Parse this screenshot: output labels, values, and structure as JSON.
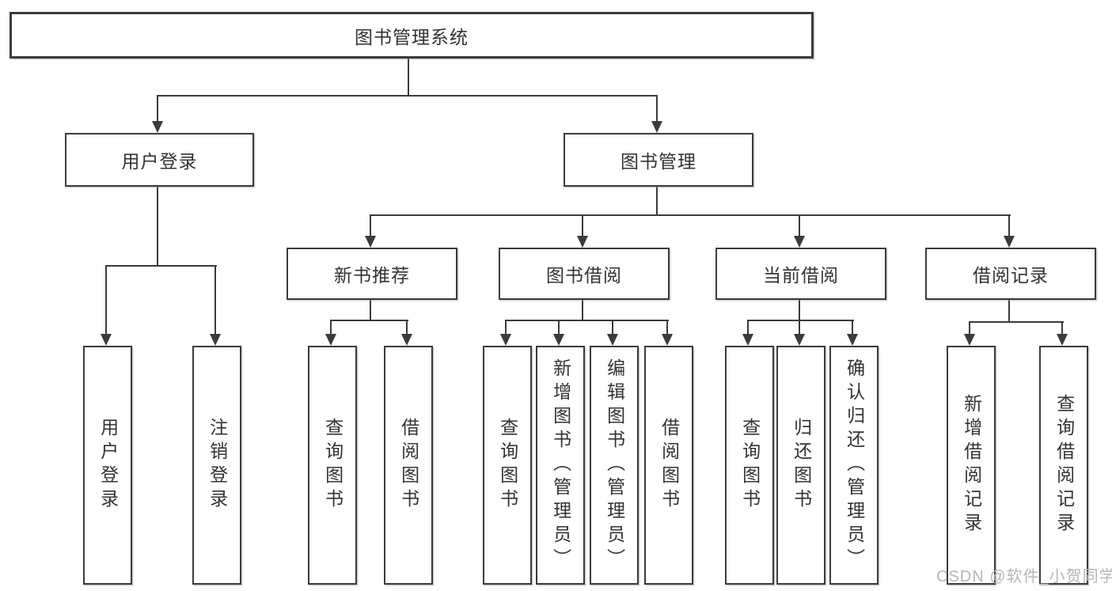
{
  "diagram_title": "图书管理系统",
  "nodes": {
    "root": "图书管理系统",
    "level2": {
      "user_login": "用户登录",
      "book_management": "图书管理"
    },
    "level3": {
      "new_book_recommend": "新书推荐",
      "book_borrowing": "图书借阅",
      "current_borrowing": "当前借阅",
      "borrowing_records": "借阅记录"
    },
    "leaves": {
      "user_login": "用户登录",
      "logout": "注销登录",
      "nb_query_books": "查询图书",
      "nb_borrow_books": "借阅图书",
      "bb_query_books": "查询图书",
      "bb_add_books_admin": "新增图书（管理员）",
      "bb_edit_books_admin": "编辑图书（管理员）",
      "bb_borrow_books": "借阅图书",
      "cb_query_books": "查询图书",
      "cb_return_books": "归还图书",
      "cb_confirm_return_admin": "确认归还（管理员）",
      "br_add_record": "新增借阅记录",
      "br_query_record": "查询借阅记录"
    }
  },
  "watermark": "CSDN @软件_小贺同学",
  "colors": {
    "line": "#3b3b3b",
    "text": "#333333",
    "watermark": "#b6b6b6",
    "background": "#ffffff"
  }
}
